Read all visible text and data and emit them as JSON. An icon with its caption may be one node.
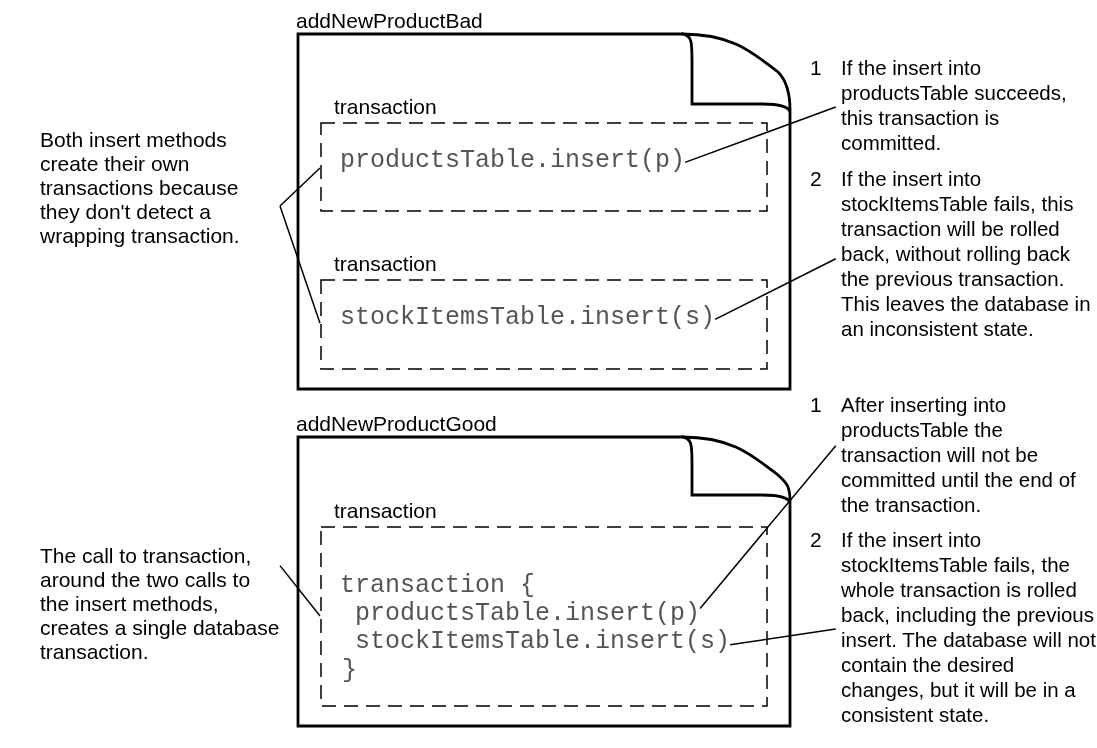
{
  "diagram": {
    "nodes": [
      {
        "text": [
          "addNewProductBad"
        ]
      },
      {
        "text": [
          "transaction"
        ],
        "in": 0
      },
      {
        "text": [
          "productsTable.insert(p)"
        ],
        "in": 1
      },
      {
        "text": [
          "transaction"
        ],
        "in": 0
      },
      {
        "text": [
          "stockItemsTable.insert(s)"
        ],
        "in": 3
      },
      {
        "text": [
          "addNewProductGood"
        ]
      },
      {
        "text": [
          "transaction"
        ],
        "in": 5
      },
      {
        "text": [
          "transaction {"
        ],
        "in": 6
      },
      {
        "text": [
          "productsTable.insert(p)"
        ],
        "in": 6
      },
      {
        "text": [
          "stockItemsTable.insert(s)"
        ],
        "in": 6
      },
      {
        "text": [
          "}"
        ],
        "in": 6
      },
      {
        "text": [
          "Both insert methods create their own transactions because they don't detect a wrapping transaction."
        ]
      },
      {
        "text": [
          "1",
          "If the insert into productsTable succeeds, this transaction is committed."
        ]
      },
      {
        "text": [
          "2",
          "If the insert into stockItemsTable fails, this transaction will be rolled back, without rolling back the previous transaction. This leaves the database in an inconsistent state."
        ]
      },
      {
        "text": [
          "The call to transaction, around the two calls to the insert methods, creates a single database transaction."
        ]
      },
      {
        "text": [
          "1",
          "After inserting into productsTable the transaction will not be committed until the end of the transaction."
        ]
      },
      {
        "text": [
          "2",
          "If the insert into stockItemsTable fails, the whole transaction is rolled back, including the previous insert. The database will not contain the desired changes, but it will be in a consistent state."
        ]
      }
    ],
    "edges": [
      {
        "from": 11,
        "to": 1,
        "arrow": "none"
      },
      {
        "from": 11,
        "to": 3,
        "arrow": "none"
      },
      {
        "from": 12,
        "to": 2,
        "arrow": "none"
      },
      {
        "from": 13,
        "to": 4,
        "arrow": "none"
      },
      {
        "from": 14,
        "to": 6,
        "arrow": "none"
      },
      {
        "from": 15,
        "to": 8,
        "arrow": "none"
      },
      {
        "from": 16,
        "to": 9,
        "arrow": "none"
      }
    ]
  }
}
